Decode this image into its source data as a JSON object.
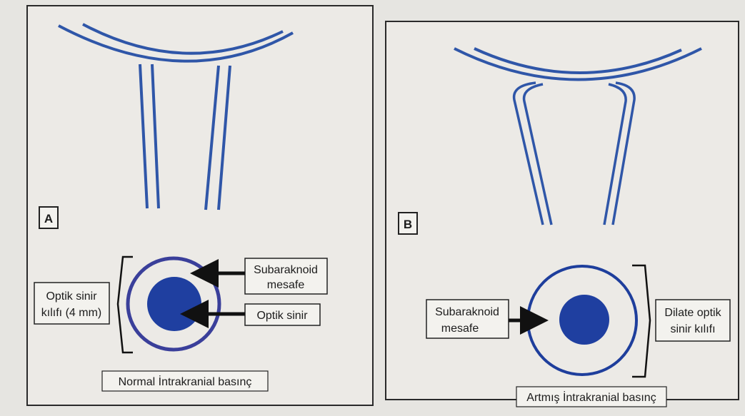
{
  "colors": {
    "nerve_line": "#2f56a8",
    "nerve_fill": "#1f3fa0",
    "ring_a": "#3a3f9a",
    "ring_b": "#1e3e9c",
    "frame": "#2a2a2a",
    "panel_bg": "#eceae6",
    "text": "#1c1c1c"
  },
  "panel_a": {
    "letter": "A",
    "sheath_label_line1": "Optik sinir",
    "sheath_label_line2": "kılıfı (4 mm)",
    "subarachnoid_line1": "Subaraknoid",
    "subarachnoid_line2": "mesafe",
    "optic_nerve": "Optik sinir",
    "caption": "Normal İntrakranial basınç"
  },
  "panel_b": {
    "letter": "B",
    "subarachnoid_line1": "Subaraknoid",
    "subarachnoid_line2": "mesafe",
    "dilated_line1": "Dilate optik",
    "dilated_line2": "sinir kılıfı",
    "caption": "Artmış İntrakranial basınç"
  }
}
